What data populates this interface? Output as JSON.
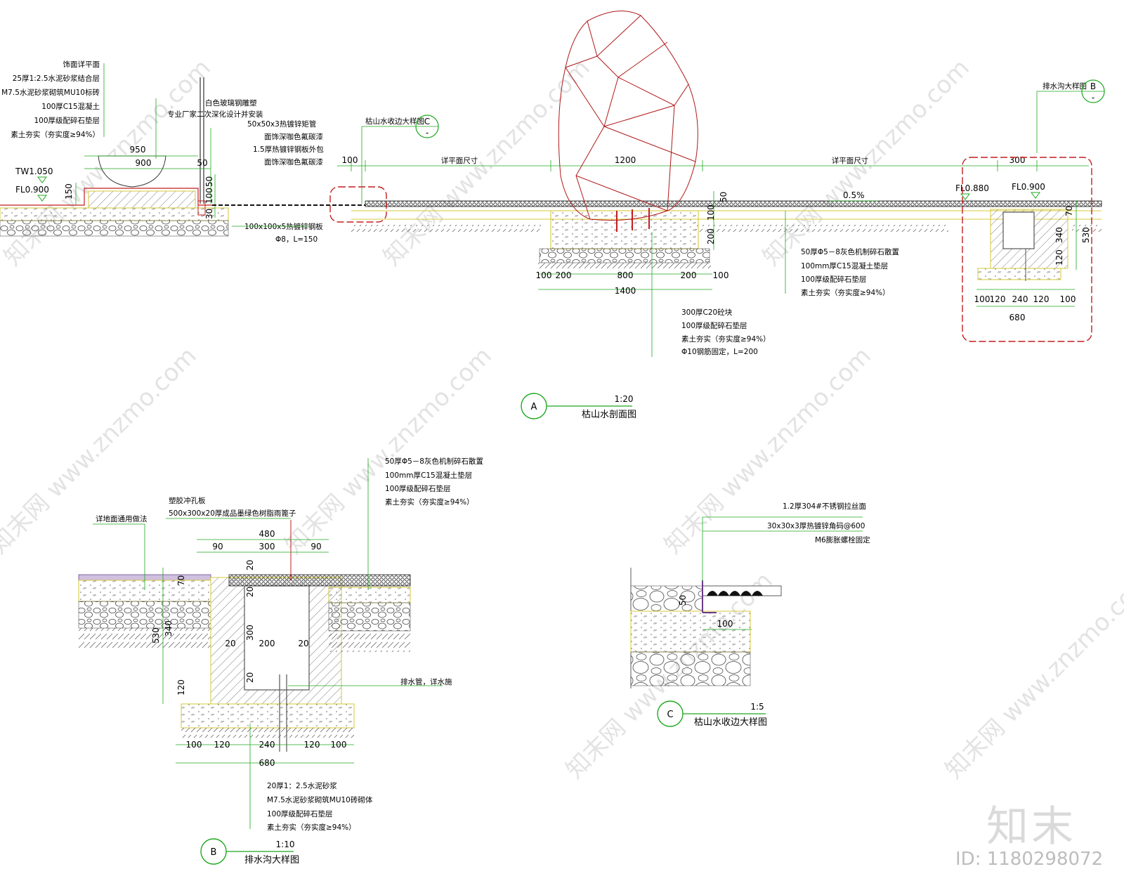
{
  "brand": {
    "logo": "知末",
    "id": "ID: 1180298072"
  },
  "watermarks": [
    "知末网 www.znzmo.com",
    "知末网 www.znzmo.com",
    "知末网 www.znzmo.com",
    "知末网 www.znzmo.com",
    "知末网 www.znzmo.com",
    "知末网 www.znzmo.com",
    "知末网 www.znzmo.com",
    "知末网 www.znzmo.com"
  ],
  "colors": {
    "dim": "#1fa81f",
    "note": "#1fa81f",
    "outline": "#d6c83a",
    "rock": "#b01818",
    "detail": "#c21e1e",
    "stroke": "#1a1a1a"
  },
  "sectionA": {
    "mark": "A",
    "scale": "1:20",
    "title": "枯山水剖面图",
    "leftNotes": [
      "饰面详平面",
      "25厚1:2.5水泥砂浆结合层",
      "M7.5水泥砂浆砌筑MU10标砖",
      "100厚C15混凝土",
      "100厚级配碎石垫层",
      "素土夯实（夯实度≥94%）"
    ],
    "sculptureNotes": [
      "白色玻璃钢雕塑",
      "专业厂家二次深化设计并安装"
    ],
    "steelNotes": [
      "50x50x3热镀锌矩管",
      "面饰深咖色氟碳漆",
      "1.5厚热镀锌钢板外包",
      "面饰深咖色氟碳漆"
    ],
    "plateNotes": [
      "100x100x5热镀锌钢板",
      "Φ8，L=150"
    ],
    "levels": [
      "TW1.050",
      "FL0.900",
      "FL0.880",
      "FL0.900"
    ],
    "refC": {
      "label": "枯山水收边大样图",
      "mark": "C",
      "sub": "-"
    },
    "refB": {
      "label": "排水沟大样图",
      "mark": "B",
      "sub": "-"
    },
    "slope": "0.5%",
    "dims": {
      "basinW": "950",
      "basinIn": "900",
      "gap": "50",
      "h150": "150",
      "h50": "50",
      "h100": "100",
      "h30": "30",
      "top100": "100",
      "planL": "详平面尺寸",
      "mid1200": "1200",
      "planR": "详平面尺寸",
      "right300": "300",
      "v50": "50",
      "v100": "100",
      "v200": "200",
      "b100a": "100",
      "b200a": "200",
      "b800": "800",
      "b200b": "200",
      "b100b": "100",
      "b1400": "1400",
      "r70": "70",
      "r340": "340",
      "r530": "530",
      "r120": "120",
      "rb100a": "100",
      "rb120a": "120",
      "rb240": "240",
      "rb120b": "120",
      "rb100b": "100",
      "rb680": "680"
    },
    "midNotes": [
      "50厚Φ5－8灰色机制碎石散置",
      "100mm厚C15混凝土垫层",
      "100厚级配碎石垫层",
      "素土夯实（夯实度≥94%）"
    ],
    "rockNotes": [
      "300厚C20砼块",
      "100厚级配碎石垫层",
      "素土夯实（夯实度≥94%）",
      "Φ10钢筋固定，L=200"
    ]
  },
  "sectionB": {
    "mark": "B",
    "scale": "1:10",
    "title": "排水沟大样图",
    "grateNotes": [
      "塑胶冲孔板",
      "500x300x20厚成品墨绿色树脂雨篦子"
    ],
    "floorNote": "详地面通用做法",
    "rightNotes": [
      "50厚Φ5－8灰色机制碎石散置",
      "100mm厚C15混凝土垫层",
      "100厚级配碎石垫层",
      "素土夯实（夯实度≥94%）"
    ],
    "pipeNote": "排水管，详水施",
    "bottomNotes": [
      "20厚1：2.5水泥砂浆",
      "M7.5水泥砂浆砌筑MU10砖砌体",
      "100厚级配碎石垫层",
      "素土夯实（夯实度≥94%）"
    ],
    "dims": {
      "top480": "480",
      "t90a": "90",
      "t300": "300",
      "t90b": "90",
      "l70": "70",
      "l20": "20",
      "l340": "340",
      "l530": "530",
      "l120": "120",
      "l300": "300",
      "l20b": "20",
      "in20a": "20",
      "in200": "200",
      "in20b": "20",
      "in20c": "20",
      "b100a": "100",
      "b120a": "120",
      "b240": "240",
      "b120b": "120",
      "b100b": "100",
      "b680": "680"
    }
  },
  "sectionC": {
    "mark": "C",
    "scale": "1:5",
    "title": "枯山水收边大样图",
    "notes": [
      "1.2厚304#不锈钢拉丝面",
      "30x30x3厚热镀锌角码@600",
      "M6膨胀螺栓固定"
    ],
    "dims": {
      "v50": "50",
      "h100": "100"
    }
  }
}
